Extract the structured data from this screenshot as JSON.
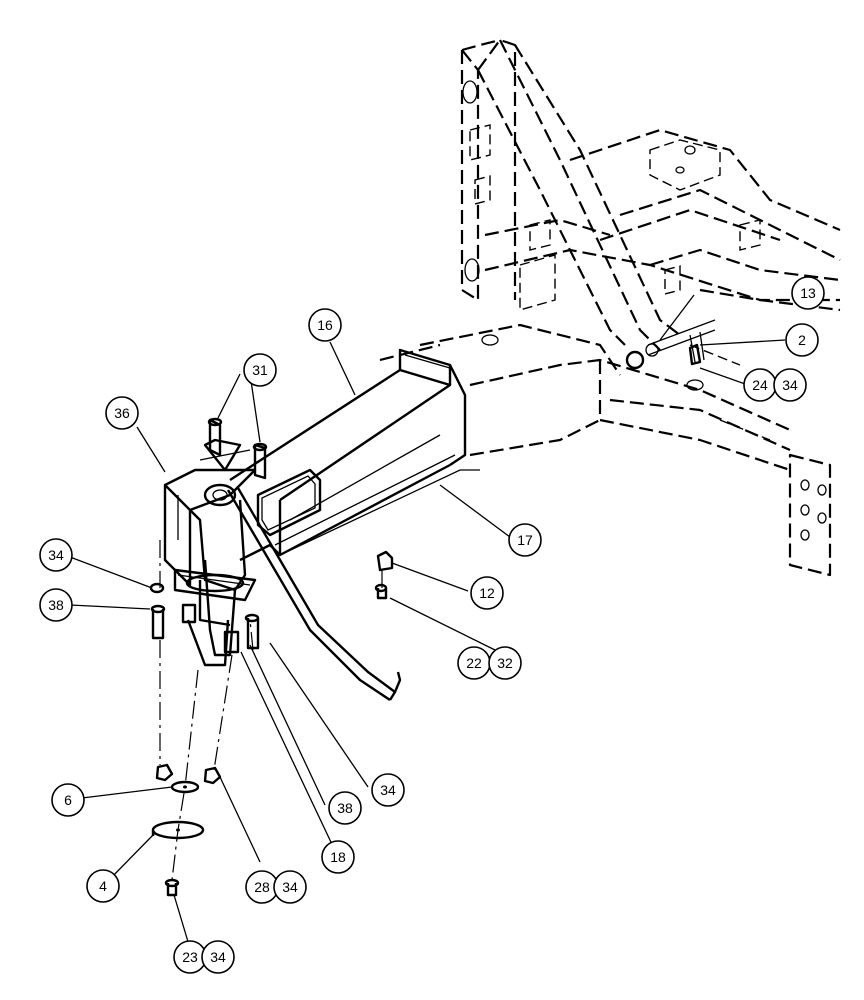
{
  "diagram": {
    "type": "exploded parts diagram",
    "callouts": [
      {
        "id": "c16",
        "label": "16"
      },
      {
        "id": "c31",
        "label": "31"
      },
      {
        "id": "c36",
        "label": "36"
      },
      {
        "id": "c34a",
        "label": "34"
      },
      {
        "id": "c38a",
        "label": "38"
      },
      {
        "id": "c13",
        "label": "13"
      },
      {
        "id": "c2",
        "label": "2"
      },
      {
        "id": "c24",
        "label": "24"
      },
      {
        "id": "c34b",
        "label": "34"
      },
      {
        "id": "c17",
        "label": "17"
      },
      {
        "id": "c12",
        "label": "12"
      },
      {
        "id": "c22",
        "label": "22"
      },
      {
        "id": "c32",
        "label": "32"
      },
      {
        "id": "c34c",
        "label": "34"
      },
      {
        "id": "c38b",
        "label": "38"
      },
      {
        "id": "c18",
        "label": "18"
      },
      {
        "id": "c6",
        "label": "6"
      },
      {
        "id": "c4",
        "label": "4"
      },
      {
        "id": "c28",
        "label": "28"
      },
      {
        "id": "c34d",
        "label": "34"
      },
      {
        "id": "c23",
        "label": "23"
      },
      {
        "id": "c34e",
        "label": "34"
      }
    ]
  }
}
